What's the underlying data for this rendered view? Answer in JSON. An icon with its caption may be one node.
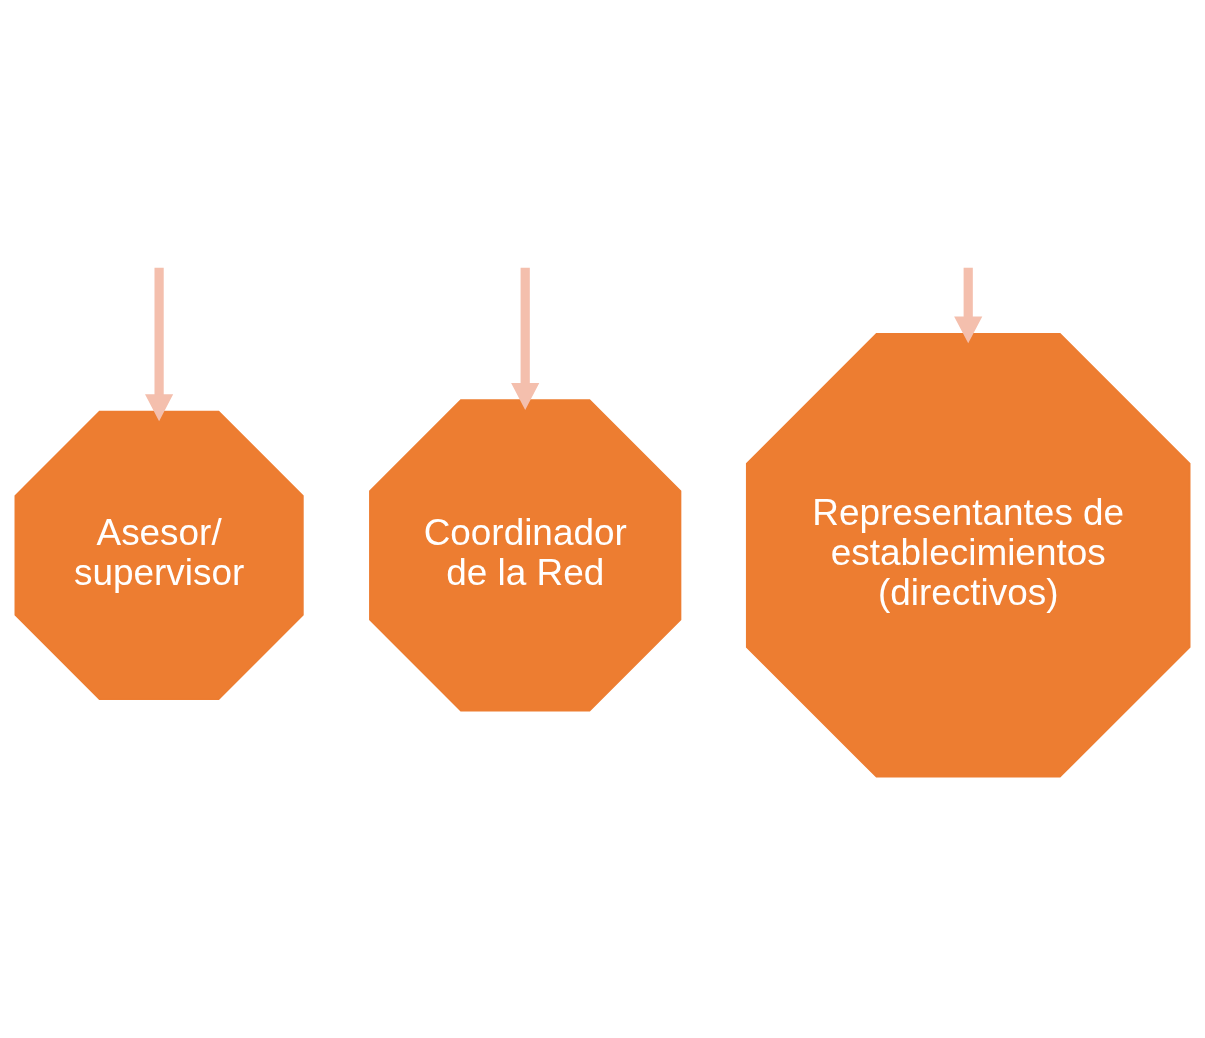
{
  "diagram": {
    "nodes": [
      {
        "text": [
          "Asesor/ supervisor"
        ]
      },
      {
        "text": [
          "Coordinador de la Red"
        ]
      },
      {
        "text": [
          "Representantes de establecimientos (directivos)"
        ]
      }
    ],
    "edges": [
      {
        "from": null,
        "to": 0,
        "arrow": "to"
      },
      {
        "from": null,
        "to": 1,
        "arrow": "to"
      },
      {
        "from": null,
        "to": 2,
        "arrow": "to"
      }
    ]
  }
}
